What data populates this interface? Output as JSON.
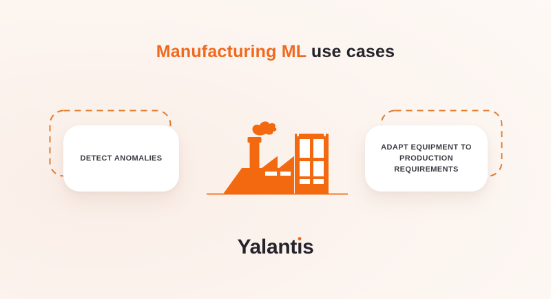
{
  "title": {
    "highlight": "Manufacturing ML",
    "rest": " use cases"
  },
  "cards": {
    "left": {
      "label": "DETECT ANOMALIES"
    },
    "right": {
      "label": "ADAPT EQUIPMENT TO PRODUCTION REQUIREMENTS"
    }
  },
  "logo": {
    "text": "Yalantis",
    "left": "Yalant",
    "dotless_i": "ı",
    "right": "s"
  },
  "icons": {
    "factory": "factory-icon"
  },
  "colors": {
    "accent_orange": "#F0691E",
    "factory_orange": "#F2690F",
    "dash_orange": "#E07B2E",
    "heading_dark": "#25232B",
    "card_text": "#3C3B44",
    "card_bg": "#FFFFFF",
    "background": "#FBF2EC"
  }
}
